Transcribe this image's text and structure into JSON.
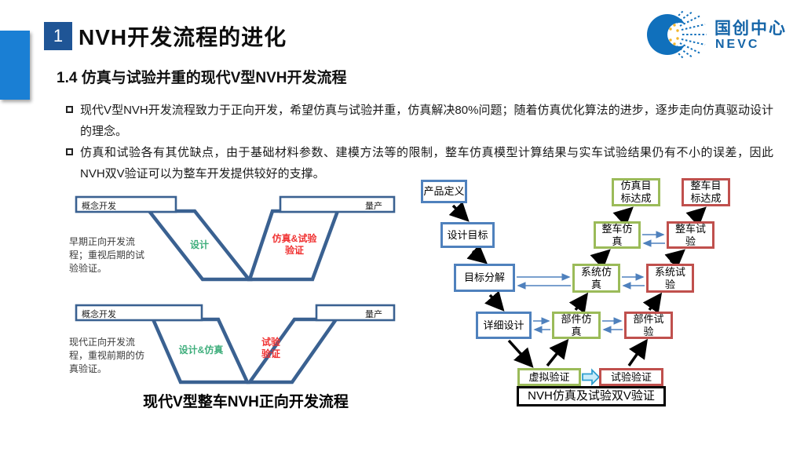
{
  "slide": {
    "section_number": "1",
    "title": "NVH开发流程的进化",
    "subtitle": "1.4 仿真与试验并重的现代V型NVH开发流程"
  },
  "logo": {
    "name_cn": "国创中心",
    "name_en": "NEVC"
  },
  "bullets": [
    {
      "text": "现代V型NVH开发流程致力于正向开发，希望仿真与试验并重，仿真解决80%问题；随着仿真优化算法的进步，逐步走向仿真驱动设计的理念。"
    },
    {
      "text": "仿真和试验各有其优缺点，由于基础材料参数、建模方法等的限制，整车仿真模型计算结果与实车试验结果仍有不小的误差，因此NVH双V验证可以为整车开发提供较好的支撑。"
    }
  ],
  "v_model": {
    "early": {
      "phase_start": "概念开发",
      "phase_end": "量产",
      "left_band": "设计",
      "right_band": "仿真&试验\n验证",
      "note": "早期正向开发流程；重视后期的试验验证。"
    },
    "modern": {
      "phase_start": "概念开发",
      "phase_end": "量产",
      "left_band": "设计&仿真",
      "right_band": "试验\n验证",
      "note": "现代正向开发流程，重视前期的仿真验证。"
    },
    "caption": "现代V型整车NVH正向开发流程"
  },
  "flowchart": {
    "nodes": {
      "product_def": {
        "label": "产品定义"
      },
      "design_target": {
        "label": "设计目标"
      },
      "target_decomp": {
        "label": "目标分解"
      },
      "detail_design": {
        "label": "详细设计"
      },
      "virtual_valid": {
        "label": "虚拟验证"
      },
      "test_valid": {
        "label": "试验验证"
      },
      "comp_sim": {
        "label": "部件仿\n真"
      },
      "comp_test": {
        "label": "部件试\n验"
      },
      "sys_sim": {
        "label": "系统仿\n真"
      },
      "sys_test": {
        "label": "系统试\n验"
      },
      "veh_sim": {
        "label": "整车仿\n真"
      },
      "veh_test": {
        "label": "整车试\n验"
      },
      "sim_goal": {
        "label": "仿真目\n标达成"
      },
      "veh_goal": {
        "label": "整车目\n标达成"
      }
    },
    "caption": "NVH仿真及试验双V验证"
  },
  "colors": {
    "accent_bar_blue": "#1a7fd4",
    "section_box_blue": "#1f5596",
    "logo_blue": "#1565a8",
    "v_outline_blue": "#3a6191",
    "design_text_green": "#3fae7c",
    "verify_text_red": "#f03131",
    "node_border_blue": "#4f81bd",
    "node_border_green": "#9bbb59",
    "node_border_red": "#c0504d",
    "link_arrow_blue": "#4f81bd",
    "block_arrow_cyan": "#2f9fd0"
  }
}
